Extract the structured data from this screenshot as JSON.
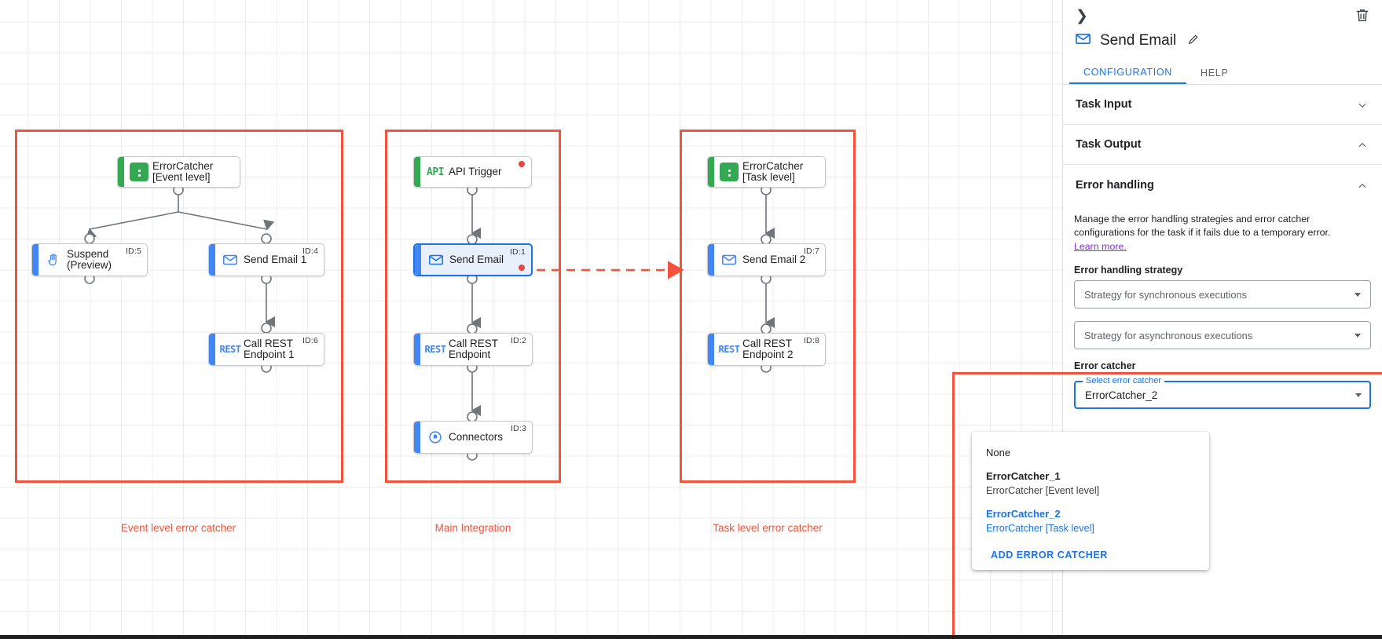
{
  "canvas": {
    "groups": [
      {
        "label": "Event level error catcher"
      },
      {
        "label": "Main Integration"
      },
      {
        "label": "Task level error catcher"
      }
    ],
    "nodes": {
      "errorcatcher_event": {
        "title": "ErrorCatcher\n[Event level]",
        "icon": "error-catcher-icon",
        "id": ""
      },
      "suspend": {
        "title": "Suspend\n(Preview)",
        "icon": "hand-icon",
        "id": "ID:5"
      },
      "send_email_1": {
        "title": "Send Email 1",
        "icon": "envelope-icon",
        "id": "ID:4"
      },
      "call_rest_1": {
        "title": "Call REST\nEndpoint 1",
        "icon": "rest-icon",
        "id": "ID:6"
      },
      "api_trigger": {
        "title": "API Trigger",
        "icon": "api-icon",
        "id": ""
      },
      "send_email": {
        "title": "Send Email",
        "icon": "envelope-icon",
        "id": "ID:1"
      },
      "call_rest": {
        "title": "Call REST\nEndpoint",
        "icon": "rest-icon",
        "id": "ID:2"
      },
      "connectors": {
        "title": "Connectors",
        "icon": "connectors-icon",
        "id": "ID:3"
      },
      "errorcatcher_task": {
        "title": "ErrorCatcher\n[Task level]",
        "icon": "error-catcher-icon",
        "id": ""
      },
      "send_email_2": {
        "title": "Send Email 2",
        "icon": "envelope-icon",
        "id": "ID:7"
      },
      "call_rest_2": {
        "title": "Call REST\nEndpoint 2",
        "icon": "rest-icon",
        "id": "ID:8"
      }
    }
  },
  "panel": {
    "collapse_icon": "chevron-right-icon",
    "delete_icon": "trash-icon",
    "task_icon": "envelope-icon",
    "title": "Send Email",
    "edit_icon": "pencil-icon",
    "tabs": [
      {
        "label": "CONFIGURATION",
        "active": true
      },
      {
        "label": "HELP",
        "active": false
      }
    ],
    "sections": [
      {
        "label": "Task Input",
        "expanded": false
      },
      {
        "label": "Task Output",
        "expanded": true
      }
    ],
    "error_handling": {
      "header": "Error handling",
      "description": "Manage the error handling strategies and error catcher configurations for the task if it fails due to a temporary error.",
      "learn_more": "Learn more.",
      "strategy_label": "Error handling strategy",
      "sync_placeholder": "Strategy for synchronous executions",
      "async_placeholder": "Strategy for asynchronous executions",
      "catcher_label": "Error catcher",
      "select_legend": "Select error catcher",
      "select_value": "ErrorCatcher_2",
      "dropdown": {
        "options": [
          {
            "primary": "None",
            "secondary": "",
            "selected": false
          },
          {
            "primary": "ErrorCatcher_1",
            "secondary": "ErrorCatcher [Event level]",
            "selected": false
          },
          {
            "primary": "ErrorCatcher_2",
            "secondary": "ErrorCatcher [Task level]",
            "selected": true
          }
        ],
        "add_label": "ADD ERROR CATCHER"
      }
    }
  },
  "colors": {
    "accent_blue": "#1a73e8",
    "highlight_red": "#f4523b",
    "green": "#34a853",
    "learn_more_purple": "#8430ce"
  }
}
